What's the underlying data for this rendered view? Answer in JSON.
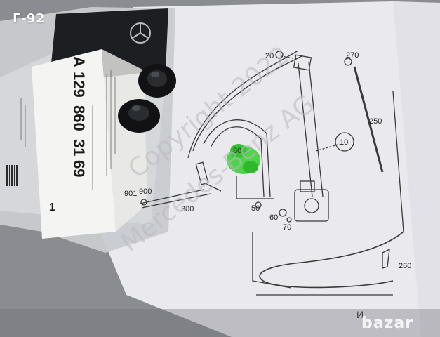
{
  "corner_label": "Г-92",
  "bag_label": {
    "brand": "Mercedes-Benz",
    "prefix": "A",
    "part_number": [
      "129",
      "860",
      "31",
      "69"
    ],
    "quantity": "1"
  },
  "diagram": {
    "copyright_line1": "Copyright 2022",
    "copyright_line2": "Mercedes-Benz AG",
    "callouts": {
      "c20": "20",
      "c270": "270",
      "c250": "250",
      "c10": "10",
      "c80": "80",
      "c901": "901",
      "c900": "900",
      "c300": "300",
      "c50": "50",
      "c60": "60",
      "c70": "70",
      "c260": "260"
    },
    "footer_text": "И"
  },
  "logo": "bazar"
}
